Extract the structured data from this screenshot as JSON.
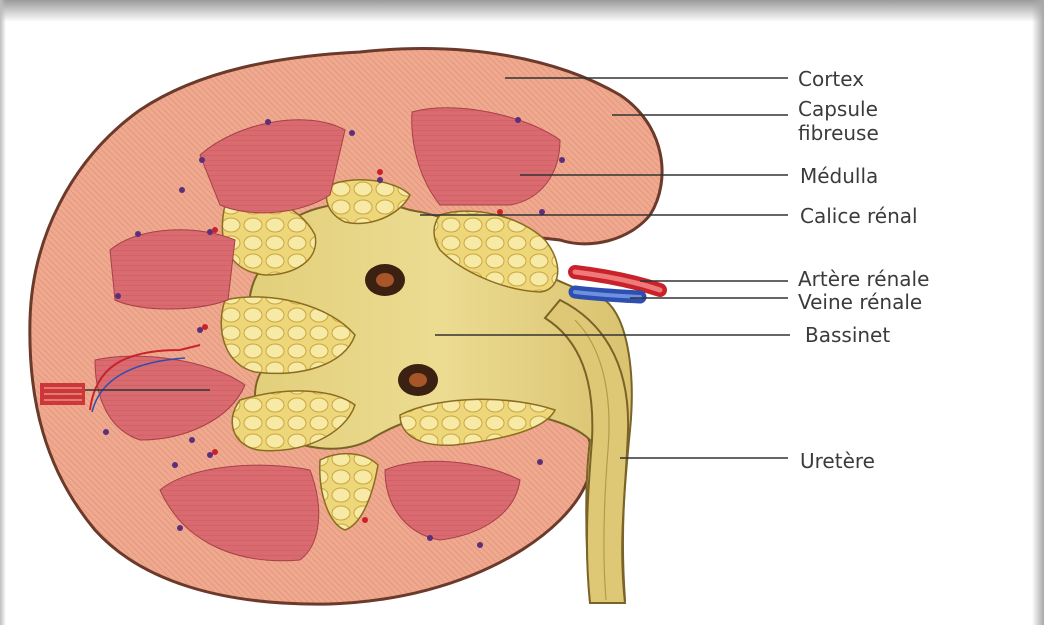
{
  "labels": {
    "cortex": "Cortex",
    "capsule_line1": "Capsule",
    "capsule_line2": "fibreuse",
    "medulla": "Médulla",
    "calice": "Calice rénal",
    "artere": "Artère rénale",
    "veine": "Veine rénale",
    "bassinet": "Bassinet",
    "uretere": "Uretère"
  },
  "colors": {
    "cortex": "#eea990",
    "medulla": "#d6656a",
    "pelvis": "#e9d98a",
    "fat": "#f3e08a",
    "artery": "#c8232b",
    "vein": "#2c4fb0",
    "leader_line": "#333333"
  }
}
